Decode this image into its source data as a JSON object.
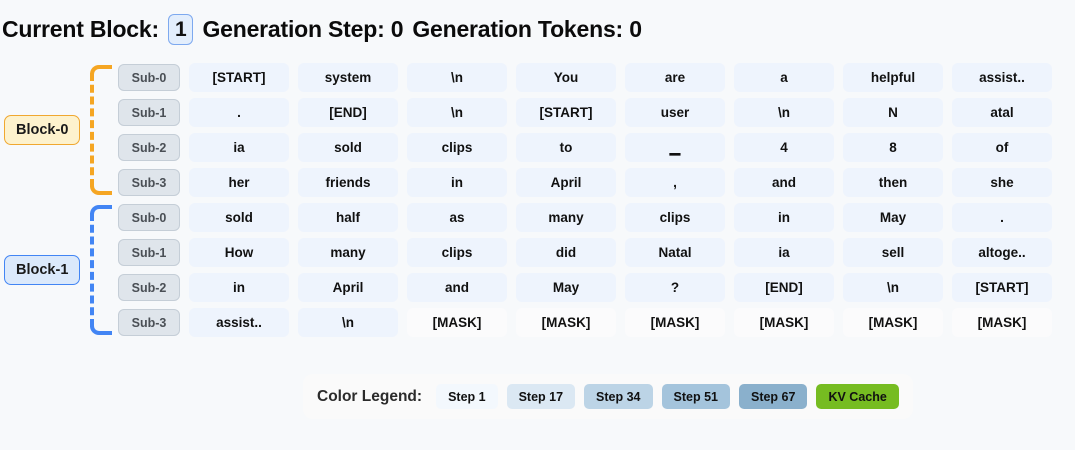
{
  "header": {
    "current_block_label": "Current Block:",
    "current_block_value": "1",
    "generation_step": "Generation Step: 0",
    "generation_tokens": "Generation Tokens: 0"
  },
  "colors": {
    "page_bg": "#f7f9fb",
    "cell_bg": "#eef4fd",
    "mask_bg": "#fbfbfc",
    "block0_border": "#f0a830",
    "block0_bg": "#fdf2cd",
    "block1_border": "#4285f4",
    "block1_bg": "#dbe9fb",
    "sub_chip_bg": "#dfe5eb",
    "kv_cache": "#76bc21"
  },
  "blocks": [
    {
      "label": "Block-0",
      "accent": "#f0a830",
      "rows": [
        {
          "sub_label": "Sub-0",
          "tokens": [
            "[START]",
            "system",
            "\\n",
            "You",
            "are",
            "a",
            "helpful",
            "assist.."
          ]
        },
        {
          "sub_label": "Sub-1",
          "tokens": [
            ".",
            "[END]",
            "\\n",
            "[START]",
            "user",
            "\\n",
            "N",
            "atal"
          ]
        },
        {
          "sub_label": "Sub-2",
          "tokens": [
            "ia",
            "sold",
            "clips",
            "to",
            "▁",
            "4",
            "8",
            "of"
          ]
        },
        {
          "sub_label": "Sub-3",
          "tokens": [
            "her",
            "friends",
            "in",
            "April",
            ",",
            "and",
            "then",
            "she"
          ]
        }
      ]
    },
    {
      "label": "Block-1",
      "accent": "#4285f4",
      "rows": [
        {
          "sub_label": "Sub-0",
          "tokens": [
            "sold",
            "half",
            "as",
            "many",
            "clips",
            "in",
            "May",
            "."
          ]
        },
        {
          "sub_label": "Sub-1",
          "tokens": [
            "How",
            "many",
            "clips",
            "did",
            "Natal",
            "ia",
            "sell",
            "altoge.."
          ]
        },
        {
          "sub_label": "Sub-2",
          "tokens": [
            "in",
            "April",
            "and",
            "May",
            "?",
            "[END]",
            "\\n",
            "[START]"
          ]
        },
        {
          "sub_label": "Sub-3",
          "tokens": [
            "assist..",
            "\\n",
            "[MASK]",
            "[MASK]",
            "[MASK]",
            "[MASK]",
            "[MASK]",
            "[MASK]"
          ]
        }
      ]
    }
  ],
  "legend": {
    "title": "Color Legend:",
    "items": [
      {
        "label": "Step 1",
        "color": "#f3f8fd"
      },
      {
        "label": "Step 17",
        "color": "#dbe8f3"
      },
      {
        "label": "Step 34",
        "color": "#bcd4e6"
      },
      {
        "label": "Step 51",
        "color": "#a4c4dc"
      },
      {
        "label": "Step 67",
        "color": "#8ab0cc"
      },
      {
        "label": "KV Cache",
        "color": "#76bc21"
      }
    ]
  }
}
